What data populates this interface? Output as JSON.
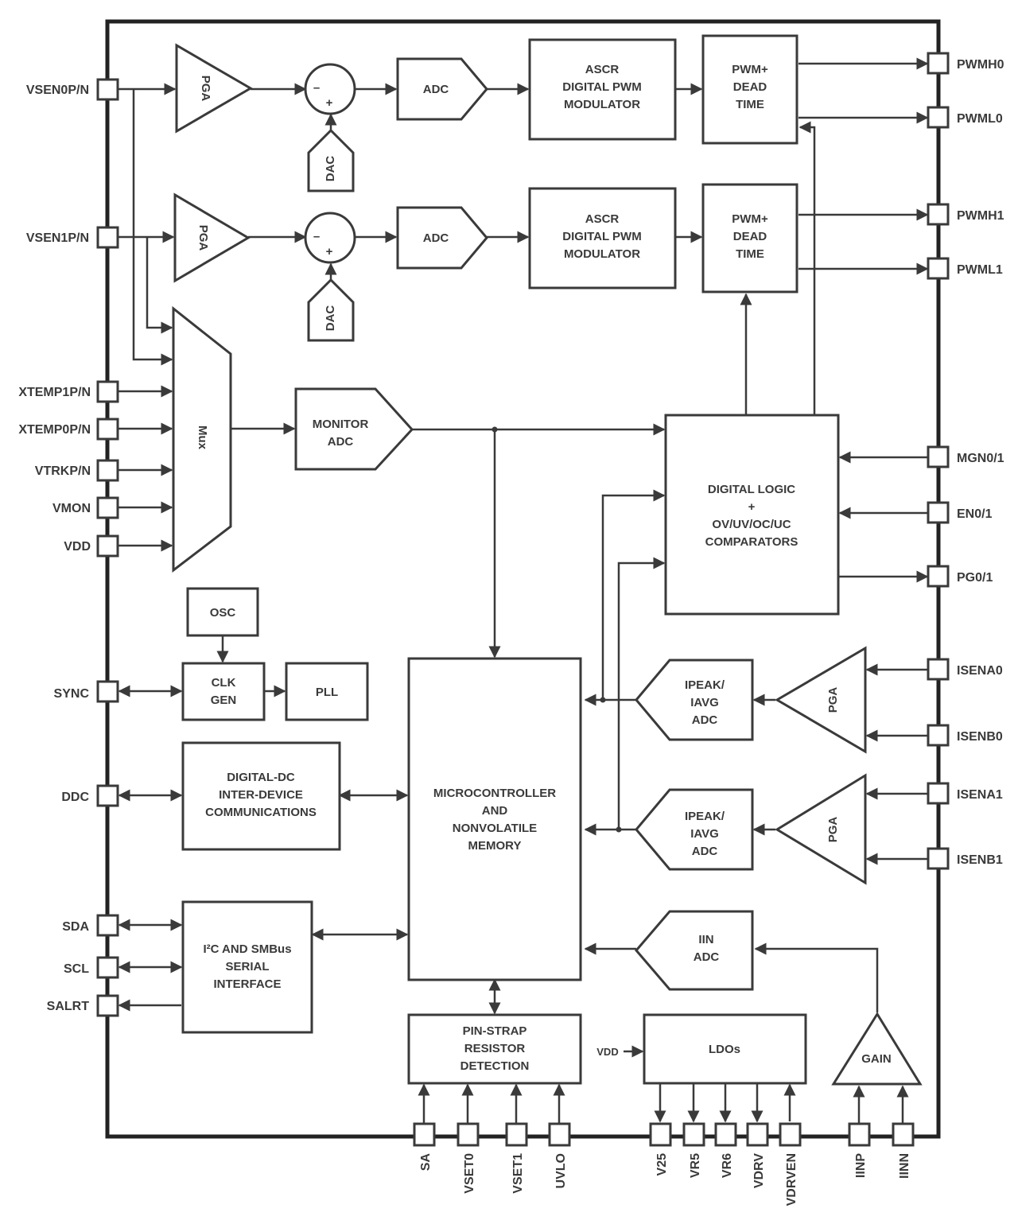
{
  "pins": {
    "left": {
      "vsen0": "VSEN0P/N",
      "vsen1": "VSEN1P/N",
      "xtemp1": "XTEMP1P/N",
      "xtemp0": "XTEMP0P/N",
      "vtrk": "VTRKP/N",
      "vmon": "VMON",
      "vdd": "VDD",
      "sync": "SYNC",
      "ddc": "DDC",
      "sda": "SDA",
      "scl": "SCL",
      "salrt": "SALRT"
    },
    "right": {
      "pwmh0": "PWMH0",
      "pwml0": "PWML0",
      "pwmh1": "PWMH1",
      "pwml1": "PWML1",
      "mgn": "MGN0/1",
      "en": "EN0/1",
      "pg": "PG0/1",
      "isena0": "ISENA0",
      "isenb0": "ISENB0",
      "isena1": "ISENA1",
      "isenb1": "ISENB1"
    },
    "bottom": {
      "sa": "SA",
      "vset0": "VSET0",
      "vset1": "VSET1",
      "uvlo": "UVLO",
      "v25": "V25",
      "vr5": "VR5",
      "vr6": "VR6",
      "vdrv": "VDRV",
      "vdrven": "VDRVEN",
      "iinp": "IINP",
      "iinn": "IINN"
    }
  },
  "blocks": {
    "pga": "PGA",
    "adc": "ADC",
    "dac": "DAC",
    "minus": "–",
    "plus": "+",
    "ascr": [
      "ASCR",
      "DIGITAL PWM",
      "MODULATOR"
    ],
    "pwm_dead": [
      "PWM+",
      "DEAD",
      "TIME"
    ],
    "mux": "Mux",
    "monitor_adc": [
      "MONITOR",
      "ADC"
    ],
    "digital_logic": [
      "DIGITAL LOGIC",
      "+",
      "OV/UV/OC/UC",
      "COMPARATORS"
    ],
    "osc": "OSC",
    "clk_gen": [
      "CLK",
      "GEN"
    ],
    "pll": "PLL",
    "ddc_comm": [
      "DIGITAL-DC",
      "INTER-DEVICE",
      "COMMUNICATIONS"
    ],
    "mcu": [
      "MICROCONTROLLER",
      "AND",
      "NONVOLATILE",
      "MEMORY"
    ],
    "ipeak_adc": [
      "IPEAK/",
      "IAVG",
      "ADC"
    ],
    "i2c": [
      "I²C AND SMBus",
      "SERIAL",
      "INTERFACE"
    ],
    "iin_adc": [
      "IIN",
      "ADC"
    ],
    "pinstrap": [
      "PIN-STRAP",
      "RESISTOR",
      "DETECTION"
    ],
    "ldos": "LDOs",
    "vdd_in": "VDD",
    "gain": "GAIN"
  }
}
